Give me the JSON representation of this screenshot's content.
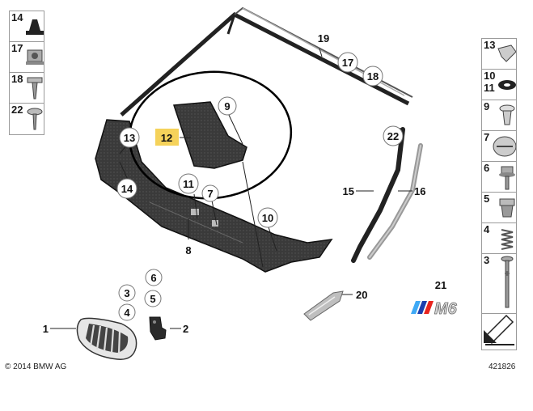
{
  "copyright": "© 2014 BMW AG",
  "diagram_id": "421826",
  "left_legend": [
    {
      "num": "14",
      "icon": "push-rivet-icon"
    },
    {
      "num": "17",
      "icon": "clip-nut-icon"
    },
    {
      "num": "18",
      "icon": "screw-icon"
    },
    {
      "num": "22",
      "icon": "rivet-icon"
    }
  ],
  "right_legend": [
    {
      "num": "13",
      "icon": "spring-clip-icon"
    },
    {
      "num": "10",
      "num2": "11",
      "icon": "washer-icon"
    },
    {
      "num": "9",
      "icon": "expanding-rivet-icon"
    },
    {
      "num": "7",
      "icon": "grommet-cap-icon"
    },
    {
      "num": "6",
      "icon": "flange-bolt-icon"
    },
    {
      "num": "5",
      "icon": "bushing-icon"
    },
    {
      "num": "4",
      "icon": "coil-spring-icon"
    },
    {
      "num": "3",
      "icon": "long-bolt-icon"
    },
    {
      "num": "",
      "icon": "scale-arrow-icon"
    }
  ],
  "callouts": {
    "c1": "1",
    "c2": "2",
    "c3": "3",
    "c4": "4",
    "c5": "5",
    "c6": "6",
    "c7": "7",
    "c8": "8",
    "c9": "9",
    "c10": "10",
    "c11": "11",
    "c12": "12",
    "c13": "13",
    "c14": "14",
    "c15": "15",
    "c16": "16",
    "c17": "17",
    "c18": "18",
    "c19": "19",
    "c20": "20",
    "c21": "21",
    "c22": "22"
  },
  "badge_text": "M6",
  "colors": {
    "highlight": "#f5d25a",
    "outline": "#000000",
    "part_dark": "#2b2b2b",
    "part_gray": "#8c8c8c",
    "m_blue_light": "#3fa9f5",
    "m_blue_dark": "#1b3fae",
    "m_red": "#e8241f"
  }
}
